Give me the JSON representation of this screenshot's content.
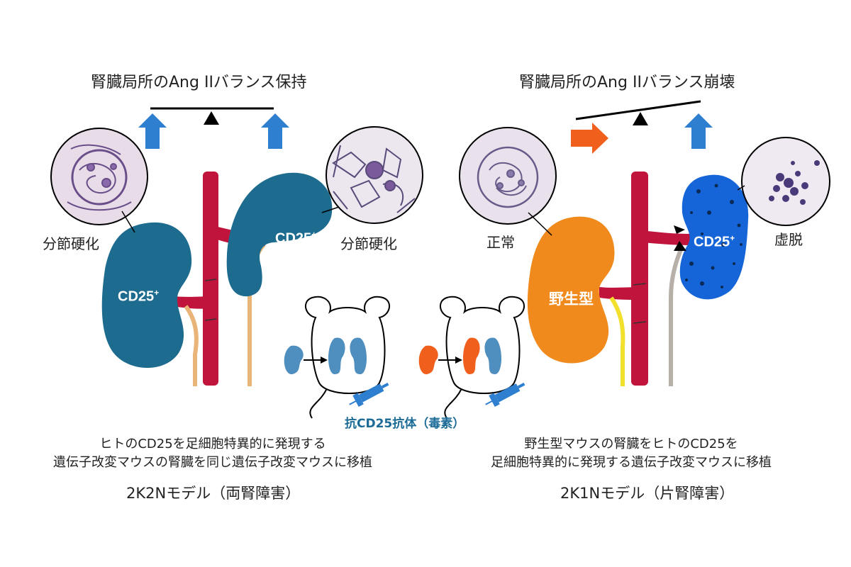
{
  "left": {
    "title": "腎臓局所のAng IIバランス保持",
    "label_left": "分節硬化",
    "label_right": "分節硬化",
    "kidney_left_text": "CD25",
    "kidney_right_text": "CD25",
    "superscript": "+",
    "caption_line1": "ヒトのCD25を足細胞特異的に発現する",
    "caption_line2": "遺伝子改変マウスの腎臓を同じ遺伝子改変マウスに移植",
    "model": "2K2Nモデル（両腎障害）",
    "colors": {
      "kidney": "#1d6b8e",
      "vessel": "#c0143c",
      "ureter": "#e8b478",
      "arrow": "#2f7fd0"
    }
  },
  "right": {
    "title": "腎臓局所のAng IIバランス崩壊",
    "label_left": "正常",
    "label_right": "虚脱",
    "kidney_left_text": "野生型",
    "kidney_right_text": "CD25",
    "superscript": "+",
    "caption_line1": "野生型マウスの腎臓をヒトのCD25を",
    "caption_line2": "足細胞特異的に発現する遺伝子改変マウスに移植",
    "model": "2K1Nモデル（片腎障害）",
    "colors": {
      "kidney_wt": "#f08a1c",
      "kidney_cd25": "#1565d8",
      "vessel": "#c0143c",
      "ureter_wt": "#f2e02c",
      "ureter_cd25": "#b6b0a8",
      "arrow_orange": "#f0601c",
      "arrow_blue": "#2f7fd0"
    }
  },
  "center": {
    "antibody_label": "抗CD25抗体（毒素）"
  }
}
